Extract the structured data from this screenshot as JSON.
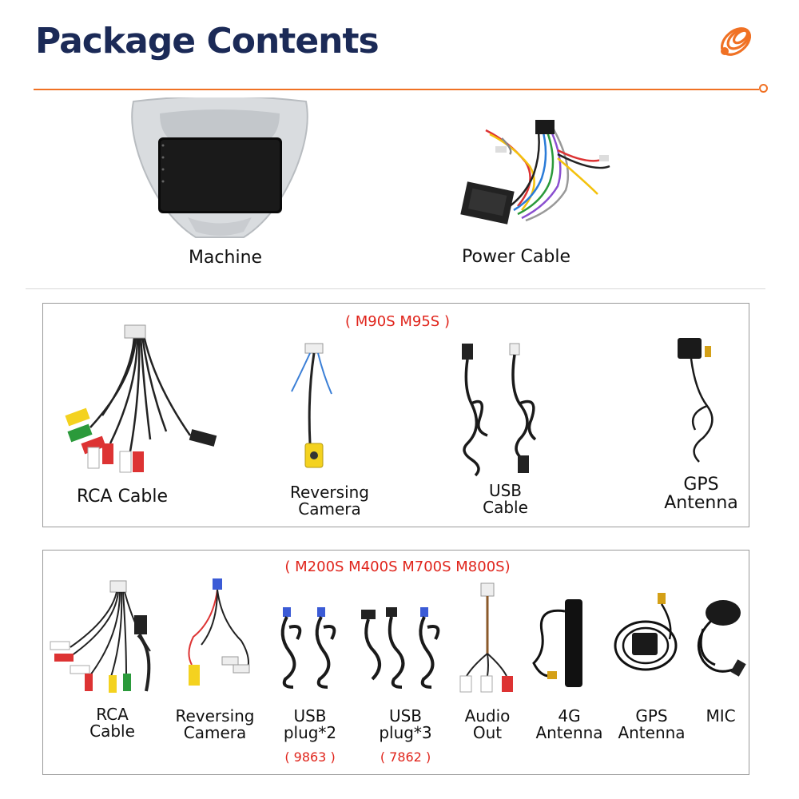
{
  "page": {
    "title": "Package Contents",
    "accent_color": "#f07124",
    "title_color": "#1b2a57",
    "logo_icon": "orange-coil-logo"
  },
  "top_items": [
    {
      "label": "Machine",
      "icon": "head-unit-machine"
    },
    {
      "label": "Power Cable",
      "icon": "power-cable-harness"
    }
  ],
  "section1": {
    "models": "( M90S M95S )",
    "items": [
      {
        "label": "RCA Cable",
        "icon": "rca-cable"
      },
      {
        "label": "Reversing\nCamera",
        "icon": "reversing-camera-cable"
      },
      {
        "label": "USB\nCable",
        "icon": "usb-cable"
      },
      {
        "label": "GPS\nAntenna",
        "icon": "gps-antenna"
      }
    ]
  },
  "section2": {
    "models": "( M200S M400S M700S M800S)",
    "items": [
      {
        "label": "RCA\nCable",
        "icon": "rca-cable"
      },
      {
        "label": "Reversing\nCamera",
        "icon": "reversing-camera-cable"
      },
      {
        "label": "USB\nplug*2",
        "code": "( 9863 )",
        "icon": "usb-plug-cables"
      },
      {
        "label": "USB\nplug*3",
        "code": "( 7862 )",
        "icon": "usb-plug-cables"
      },
      {
        "label": "Audio\nOut",
        "icon": "audio-out-cable"
      },
      {
        "label": "4G\nAntenna",
        "icon": "4g-antenna"
      },
      {
        "label": "GPS\nAntenna",
        "icon": "gps-antenna"
      },
      {
        "label": "MIC",
        "icon": "microphone"
      }
    ]
  }
}
